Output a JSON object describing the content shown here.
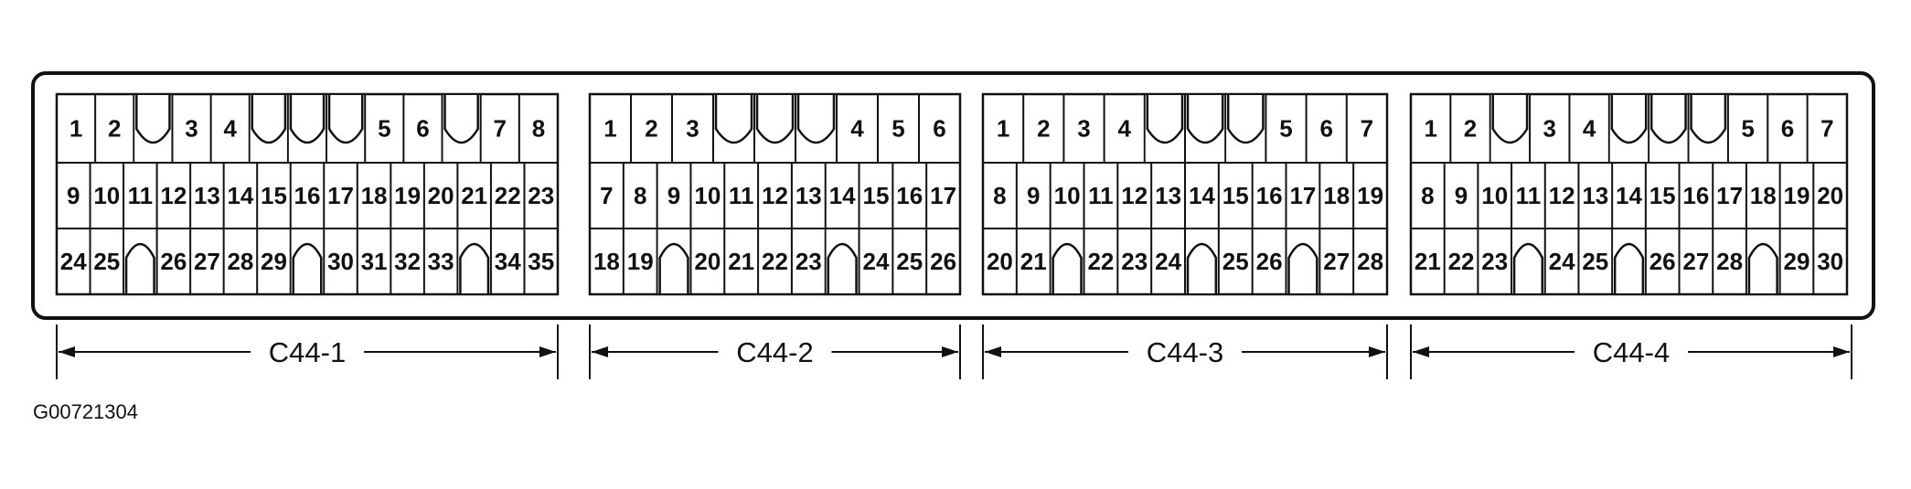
{
  "figure_id": "G00721304",
  "connectors": [
    {
      "label": "C44-1",
      "rows": [
        [
          "1",
          "2",
          null,
          "3",
          "4",
          null,
          null,
          null,
          "5",
          "6",
          null,
          "7",
          "8"
        ],
        [
          "9",
          "10",
          "11",
          "12",
          "13",
          "14",
          "15",
          "16",
          "17",
          "18",
          "19",
          "20",
          "21",
          "22",
          "23"
        ],
        [
          "24",
          "25",
          null,
          "26",
          "27",
          "28",
          "29",
          null,
          "30",
          "31",
          "32",
          "33",
          null,
          "34",
          "35"
        ]
      ]
    },
    {
      "label": "C44-2",
      "rows": [
        [
          "1",
          "2",
          "3",
          null,
          null,
          null,
          "4",
          "5",
          "6"
        ],
        [
          "7",
          "8",
          "9",
          "10",
          "11",
          "12",
          "13",
          "14",
          "15",
          "16",
          "17"
        ],
        [
          "18",
          "19",
          null,
          "20",
          "21",
          "22",
          "23",
          null,
          "24",
          "25",
          "26"
        ]
      ]
    },
    {
      "label": "C44-3",
      "rows": [
        [
          "1",
          "2",
          "3",
          "4",
          null,
          null,
          null,
          "5",
          "6",
          "7"
        ],
        [
          "8",
          "9",
          "10",
          "11",
          "12",
          "13",
          "14",
          "15",
          "16",
          "17",
          "18",
          "19"
        ],
        [
          "20",
          "21",
          null,
          "22",
          "23",
          "24",
          null,
          "25",
          "26",
          null,
          "27",
          "28"
        ]
      ]
    },
    {
      "label": "C44-4",
      "rows": [
        [
          "1",
          "2",
          null,
          "3",
          "4",
          null,
          null,
          null,
          "5",
          "6",
          "7"
        ],
        [
          "8",
          "9",
          "10",
          "11",
          "12",
          "13",
          "14",
          "15",
          "16",
          "17",
          "18",
          "19",
          "20"
        ],
        [
          "21",
          "22",
          "23",
          null,
          "24",
          "25",
          null,
          "26",
          "27",
          "28",
          null,
          "29",
          "30"
        ]
      ]
    }
  ]
}
